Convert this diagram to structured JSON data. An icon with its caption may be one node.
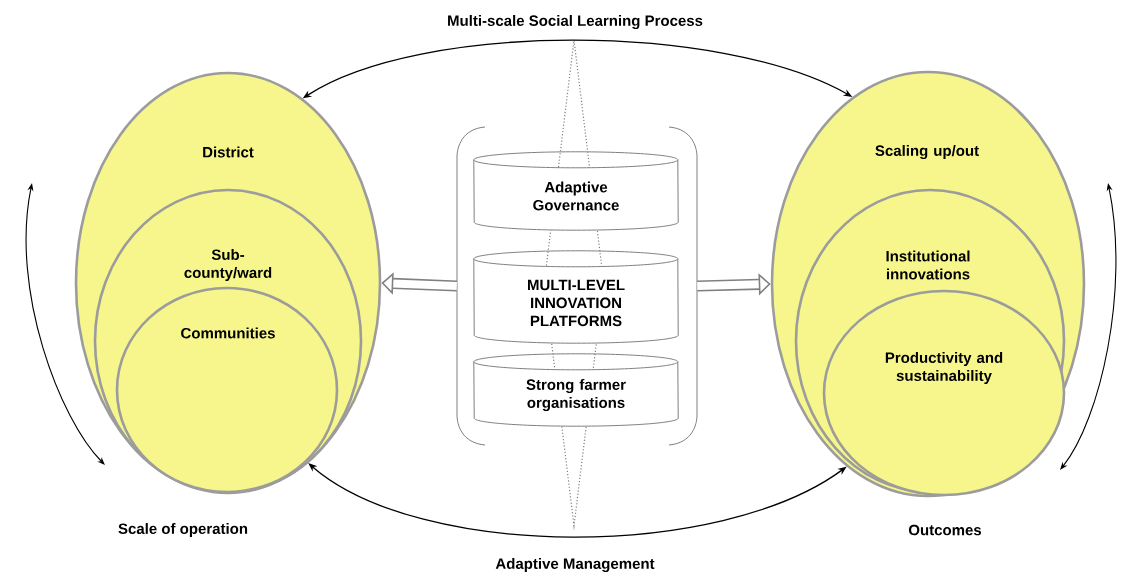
{
  "diagram": {
    "nodes": [
      {
        "text": [
          "District"
        ],
        "beside": [
          "Scale of operation"
        ]
      },
      {
        "text": [
          "Sub-county/ward"
        ],
        "in": 0
      },
      {
        "text": [
          "Communities"
        ],
        "in": 1
      },
      {
        "text": [
          "Scaling up/out"
        ],
        "beside": [
          "Outcomes"
        ]
      },
      {
        "text": [
          "Institutional innovations"
        ],
        "in": 3
      },
      {
        "text": [
          "Productivity and sustainability"
        ],
        "in": 4
      },
      {
        "text": [],
        "shape": "diamond"
      },
      {
        "text": [],
        "shape": "bracket"
      },
      {
        "text": [
          "Adaptive Governance"
        ],
        "in": 7
      },
      {
        "text": [
          "MULTI-LEVEL INNOVATION PLATFORMS"
        ],
        "in": 7
      },
      {
        "text": [
          "Strong farmer organisations"
        ],
        "in": 7
      }
    ],
    "edges": [
      {
        "from": 0,
        "to": 3,
        "arrow": "both",
        "label": "Multi-scale Social Learning Process"
      },
      {
        "from": 0,
        "to": 3,
        "arrow": "both",
        "label": "Adaptive Management"
      },
      {
        "from": 7,
        "to": 0,
        "arrow": "to",
        "style": "thick",
        "color": "#808080"
      },
      {
        "from": 7,
        "to": 3,
        "arrow": "to",
        "style": "thick",
        "color": "#808080"
      }
    ]
  }
}
